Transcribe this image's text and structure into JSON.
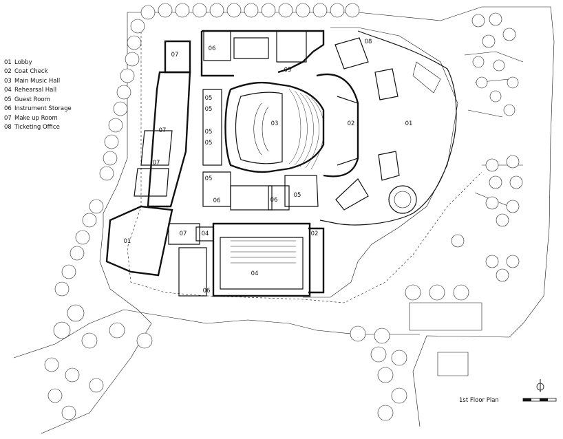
{
  "legend": {
    "items": [
      {
        "num": "01",
        "label": "Lobby"
      },
      {
        "num": "02",
        "label": "Coat Check"
      },
      {
        "num": "03",
        "label": "Main Music Hall"
      },
      {
        "num": "04",
        "label": "Rehearsal Hall"
      },
      {
        "num": "05",
        "label": "Guest Room"
      },
      {
        "num": "06",
        "label": "Instrument Storage"
      },
      {
        "num": "07",
        "label": "Make up Room"
      },
      {
        "num": "08",
        "label": "Ticketing Office"
      }
    ]
  },
  "title": "1st Floor Plan",
  "room_labels": {
    "r07a": "07",
    "r06a": "06",
    "r08": "08",
    "r05a": "05",
    "r05b": "05",
    "r05c": "05",
    "r05d": "05",
    "r05e": "05",
    "r03": "03",
    "r02a": "02",
    "r01a": "01",
    "r07b": "07",
    "r07c": "07",
    "r07d": "07",
    "r04a": "04",
    "r06b": "06",
    "r06c": "06",
    "r05f": "05",
    "r05g": "05",
    "r01b": "01",
    "r04b": "04",
    "r02b": "02",
    "r06d": "06"
  }
}
